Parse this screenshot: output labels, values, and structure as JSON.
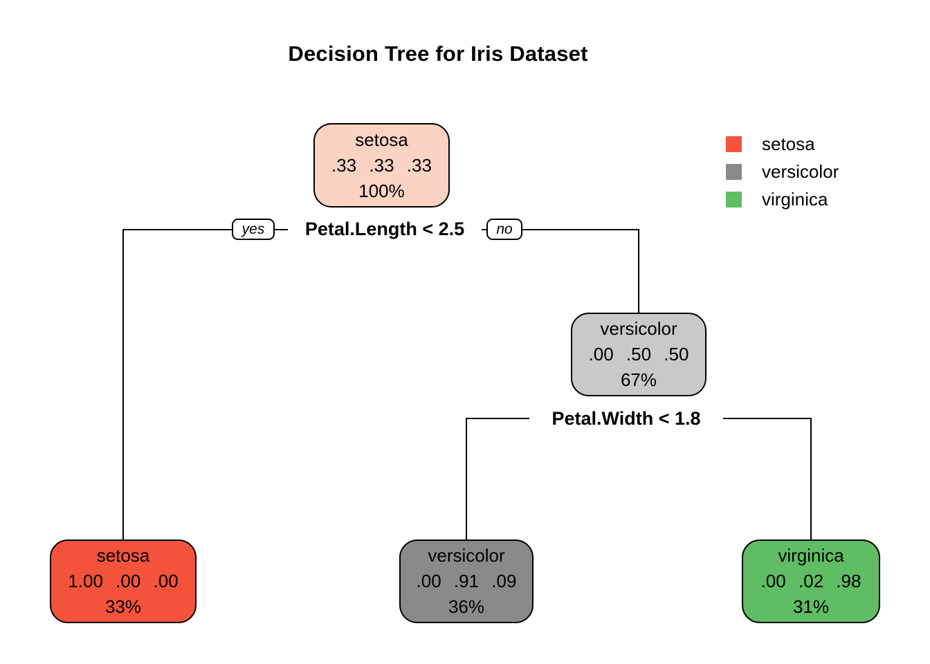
{
  "title": "Decision Tree for Iris Dataset",
  "legend": [
    {
      "label": "setosa",
      "color": "#f4543c"
    },
    {
      "label": "versicolor",
      "color": "#8a8a8a"
    },
    {
      "label": "virginica",
      "color": "#5fbd63"
    }
  ],
  "splits": {
    "split1": {
      "condition": "Petal.Length < 2.5",
      "yes_label": "yes",
      "no_label": "no"
    },
    "split2": {
      "condition": "Petal.Width < 1.8"
    }
  },
  "nodes": {
    "root": {
      "class_label": "setosa",
      "probs": ".33 .33 .33",
      "coverage": "100%",
      "fill": "#fad3c3"
    },
    "internal_versicolor": {
      "class_label": "versicolor",
      "probs": ".00 .50 .50",
      "coverage": "67%",
      "fill": "#c9c9c9"
    },
    "leaf_setosa": {
      "class_label": "setosa",
      "probs": "1.00 .00 .00",
      "coverage": "33%",
      "fill": "#f4533b"
    },
    "leaf_versicolor": {
      "class_label": "versicolor",
      "probs": ".00 .91 .09",
      "coverage": "36%",
      "fill": "#8a8a8a"
    },
    "leaf_virginica": {
      "class_label": "virginica",
      "probs": ".00 .02 .98",
      "coverage": "31%",
      "fill": "#5fbd63"
    }
  }
}
